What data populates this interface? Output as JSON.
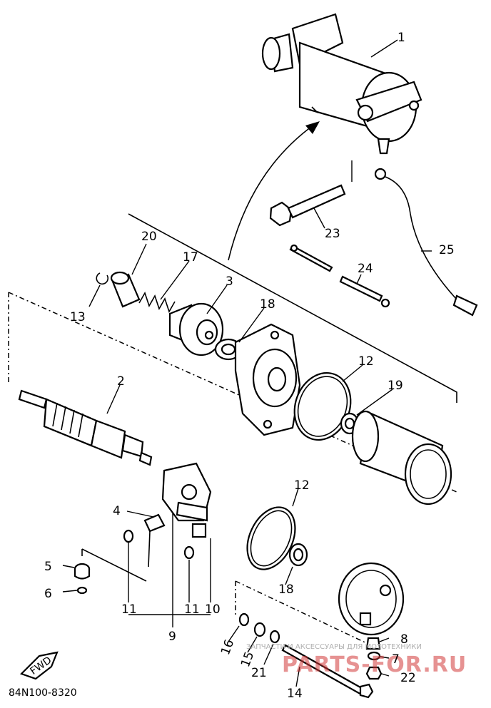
{
  "diagram": {
    "code": "84N100-8320",
    "fwd_label": "FWD",
    "parts": [
      {
        "id": "p1",
        "label": "1"
      },
      {
        "id": "p2",
        "label": "2"
      },
      {
        "id": "p3",
        "label": "3"
      },
      {
        "id": "p4",
        "label": "4"
      },
      {
        "id": "p5",
        "label": "5"
      },
      {
        "id": "p6",
        "label": "6"
      },
      {
        "id": "p7",
        "label": "7"
      },
      {
        "id": "p8",
        "label": "8"
      },
      {
        "id": "p9",
        "label": "9"
      },
      {
        "id": "p10",
        "label": "10"
      },
      {
        "id": "p11a",
        "label": "11"
      },
      {
        "id": "p11b",
        "label": "11"
      },
      {
        "id": "p12a",
        "label": "12"
      },
      {
        "id": "p12b",
        "label": "12"
      },
      {
        "id": "p13",
        "label": "13"
      },
      {
        "id": "p14",
        "label": "14"
      },
      {
        "id": "p15",
        "label": "15"
      },
      {
        "id": "p16",
        "label": "16"
      },
      {
        "id": "p17",
        "label": "17"
      },
      {
        "id": "p18a",
        "label": "18"
      },
      {
        "id": "p18b",
        "label": "18"
      },
      {
        "id": "p19",
        "label": "19"
      },
      {
        "id": "p20",
        "label": "20"
      },
      {
        "id": "p21",
        "label": "21"
      },
      {
        "id": "p22",
        "label": "22"
      },
      {
        "id": "p23",
        "label": "23"
      },
      {
        "id": "p24",
        "label": "24"
      },
      {
        "id": "p25",
        "label": "25"
      }
    ]
  },
  "watermark": {
    "tagline": "ЗАПЧАСТИ И АКСЕССУАРЫ ДЛЯ МОТОТЕХНИКИ",
    "brand": "PARTS-FOR.RU"
  }
}
